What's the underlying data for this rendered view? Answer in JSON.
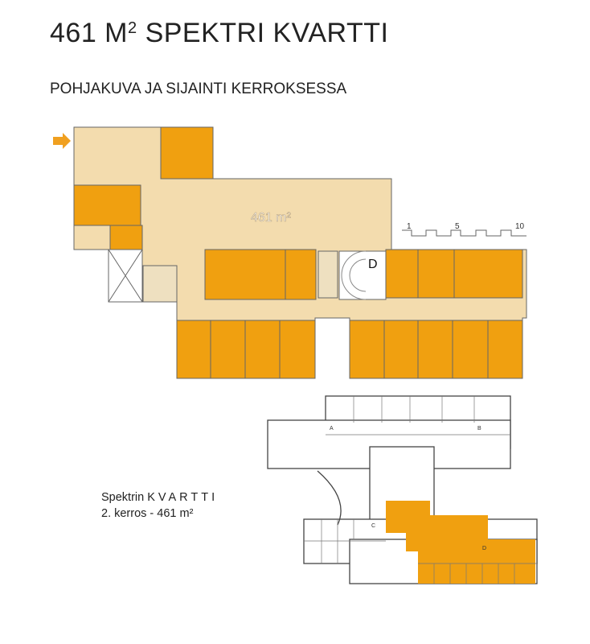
{
  "header": {
    "title_area": "461 M",
    "title_sup": "2",
    "title_name": "SPEKTRI KVARTTI",
    "subtitle": "POHJAKUVA JA SIJAINTI KERROKSESSA"
  },
  "floorplan": {
    "area_label": "461 m²",
    "stair_label": "D",
    "scale_ticks": [
      "1",
      "5",
      "10"
    ],
    "colors": {
      "leased_room": "#f0a010",
      "common_area": "#f3dcae",
      "wall": "#555555",
      "entrance_arrow": "#f0a020"
    }
  },
  "locator": {
    "caption_line1_a": "Spektrin",
    "caption_line1_b": "KVARTTI",
    "caption_line2": "2. kerros - 461 m²",
    "stair_labels": [
      "A",
      "B",
      "C",
      "D"
    ]
  }
}
